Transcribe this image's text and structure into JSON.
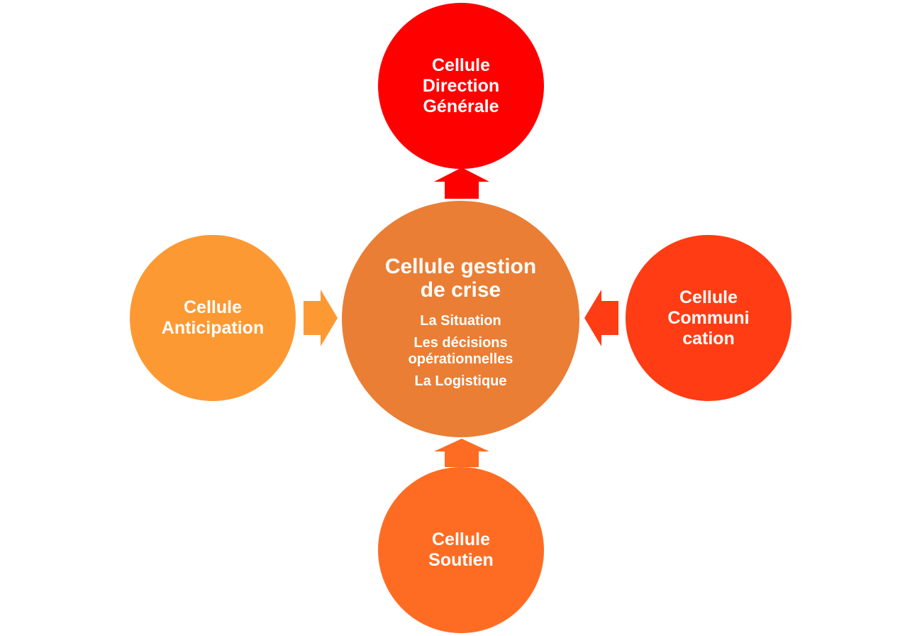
{
  "diagram": {
    "center": {
      "title": "Cellule gestion de crise",
      "items": [
        "La Situation",
        "Les décisions opérationnelles",
        "La Logistique"
      ],
      "color": "#ea7e35"
    },
    "nodes": {
      "top": {
        "label": "Cellule Direction Générale",
        "color": "#ff0000"
      },
      "left": {
        "label": "Cellule Anticipation",
        "color": "#fd9933"
      },
      "right": {
        "label": "Cellule Communi cation",
        "color": "#ff3c14"
      },
      "bottom": {
        "label": "Cellule Soutien",
        "color": "#fe6c23"
      }
    },
    "arrows": {
      "top": {
        "from": "Cellule gestion de crise",
        "to": "Cellule Direction Générale",
        "color": "#ff0000"
      },
      "left": {
        "from": "Cellule Anticipation",
        "to": "Cellule gestion de crise",
        "color": "#fd9933"
      },
      "right": {
        "from": "Cellule Communi cation",
        "to": "Cellule gestion de crise",
        "color": "#ff3c14"
      },
      "bottom": {
        "from": "Cellule Soutien",
        "to": "Cellule gestion de crise",
        "color": "#fe6c23"
      }
    }
  }
}
